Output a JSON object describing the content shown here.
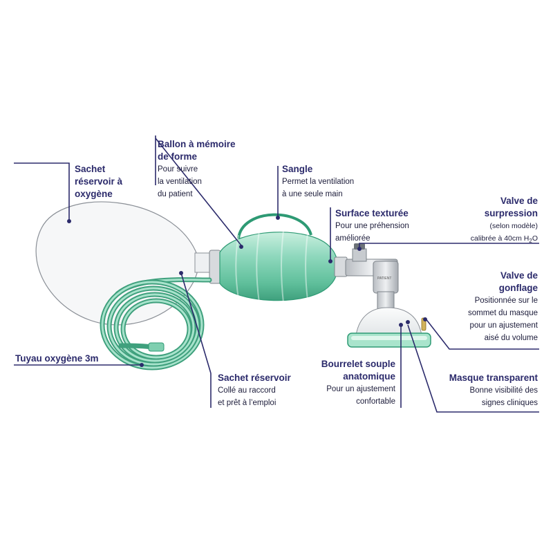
{
  "colors": {
    "accent": "#2b2a6b",
    "bag_green": "#8fd8bd",
    "bag_dark_green": "#2e9a74",
    "tube_green": "#5dbf99",
    "reservoir_fill": "#f6f7f8",
    "reservoir_stroke": "#8a8f96"
  },
  "labels": {
    "sachet_reservoir_oxygene": {
      "title": "Sachet\nréservoir à\noxygène"
    },
    "ballon": {
      "title": "Ballon à mémoire\nde forme",
      "desc": "Pour suivre\nla ventilation\ndu patient"
    },
    "sangle": {
      "title": "Sangle",
      "desc": "Permet la ventilation\nà une seule main"
    },
    "surface": {
      "title": "Surface texturée",
      "desc": "Pour une préhension\naméliorée"
    },
    "valve_surpression": {
      "title": "Valve de\nsurpression",
      "desc1": "(selon modèle)",
      "desc2_prefix": "calibrée à 40cm H",
      "desc2_sub": "2",
      "desc2_suffix": "O"
    },
    "valve_gonflage": {
      "title": "Valve de\ngonflage",
      "desc": "Positionnée sur le\nsommet du masque\npour un ajustement\naisé du volume"
    },
    "tuyau": {
      "title": "Tuyau oxygène 3m"
    },
    "sachet_reservoir": {
      "title": "Sachet réservoir",
      "desc": "Collé au raccord\net prêt à l’emploi"
    },
    "bourrelet": {
      "title": "Bourrelet souple\nanatomique",
      "desc": "Pour un ajustement\nconfortable"
    },
    "masque": {
      "title": "Masque transparent",
      "desc": "Bonne visibilité des\nsignes cliniques"
    }
  },
  "valve_marking": "PATIENT"
}
